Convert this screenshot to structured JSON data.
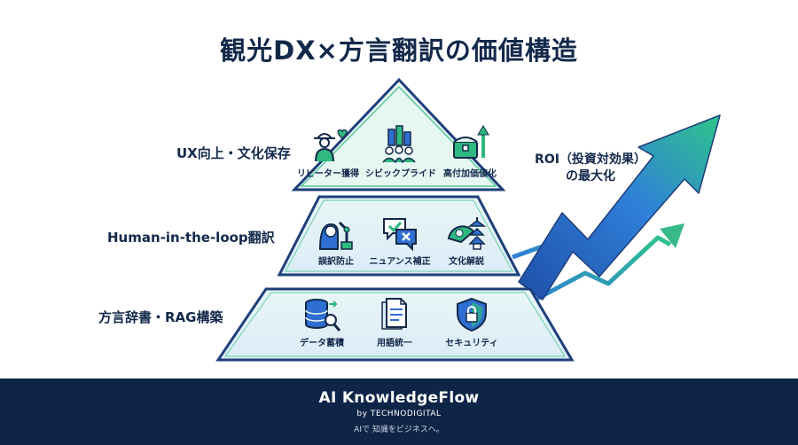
{
  "title": "観光DX×方言翻訳の価値構造",
  "tiers": [
    {
      "label": "UX向上・文化保存",
      "items": [
        {
          "label": "リピーター獲得",
          "icon": "tourist-heart-icon"
        },
        {
          "label": "シビックプライド",
          "icon": "city-community-icon"
        },
        {
          "label": "高付加価値化",
          "icon": "treasure-growth-icon"
        }
      ]
    },
    {
      "label": "Human-in-the-loop翻訳",
      "items": [
        {
          "label": "誤訳防止",
          "icon": "human-robot-icon"
        },
        {
          "label": "ニュアンス補正",
          "icon": "chat-check-icon"
        },
        {
          "label": "文化解説",
          "icon": "fan-pagoda-icon"
        }
      ]
    },
    {
      "label": "方言辞書・RAG構築",
      "items": [
        {
          "label": "データ蓄積",
          "icon": "database-search-icon"
        },
        {
          "label": "用語統一",
          "icon": "document-icon"
        },
        {
          "label": "セキュリティ",
          "icon": "shield-lock-icon"
        }
      ]
    }
  ],
  "roi": {
    "line1": "ROI（投資対効果）",
    "line2": "の最大化"
  },
  "footer": {
    "brand": "AI KnowledgeFlow",
    "by": "by TECHNODIGITAL",
    "tagline": "AIで 知識をビジネスへ。"
  },
  "colors": {
    "navy": "#13294b",
    "green": "#2fb87f",
    "blue": "#2f6fd1",
    "footer": "#0f2547"
  }
}
